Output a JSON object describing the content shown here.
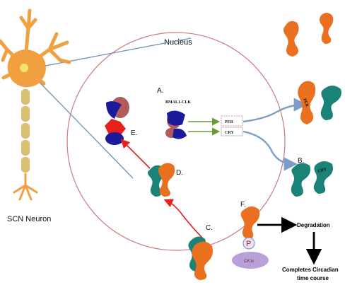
{
  "labels": {
    "nucleus": "Nucleus",
    "scn_neuron": "SCN Neuron",
    "a": "A.",
    "b": "B.",
    "c": "C.",
    "d": "D.",
    "e": "E.",
    "f": "F.",
    "bmal1_clk": "BMAL1-CLK",
    "per_gene": "PER",
    "cry_gene": "CRY",
    "per_protein": "PER",
    "cry_protein": "CRY",
    "p": "P",
    "ck1e": "CK1ε",
    "degradation": "Degradation",
    "completes_line1": "Completes Circadian",
    "completes_line2": "time course"
  },
  "colors": {
    "per_protein": "#e8701e",
    "cry_protein": "#1a8277",
    "bmal1": "#1a1a9a",
    "clk": "#b05a5a",
    "inhibition": "#e8201c",
    "nucleus_border": "#c97a7a",
    "export_arrow": "#7a9ec8",
    "gene_arrow": "#6a9a3a",
    "neuron": "#f0a040",
    "axon": "#d8c070",
    "ck1e": "#b8a0d8"
  }
}
